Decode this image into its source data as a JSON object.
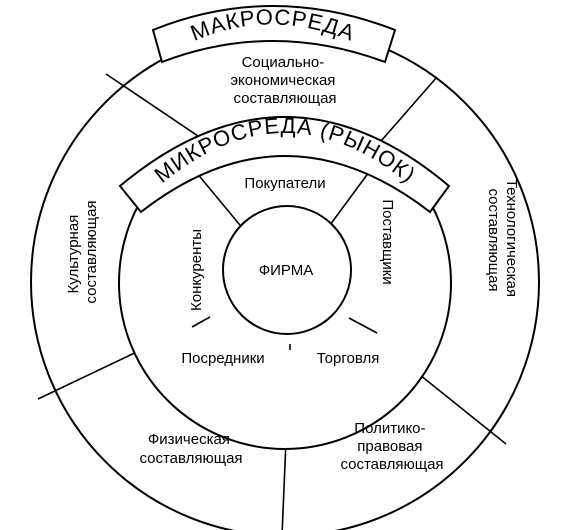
{
  "macro_banner": "МАКРОСРЕДА",
  "micro_banner": "МИКРОСРЕДА (РЫНОК)",
  "center": "ФИРМА",
  "macro_segments": {
    "social": [
      "Социально-",
      "экономическая",
      "составляющая"
    ],
    "technological": [
      "Технологическая",
      "составляющая"
    ],
    "political": [
      "Политико-",
      "правовая",
      "составляющая"
    ],
    "physical": [
      "Физическая",
      "составляющая"
    ],
    "cultural": [
      "Культурная",
      "составляющая"
    ]
  },
  "micro_segments": {
    "buyers": "Покупатели",
    "suppliers": "Поставщики",
    "trade": "Торговля",
    "intermediaries": "Посредники",
    "competitors": "Конкуренты"
  },
  "colors": {
    "stroke": "#000000",
    "background": "#ffffff"
  }
}
